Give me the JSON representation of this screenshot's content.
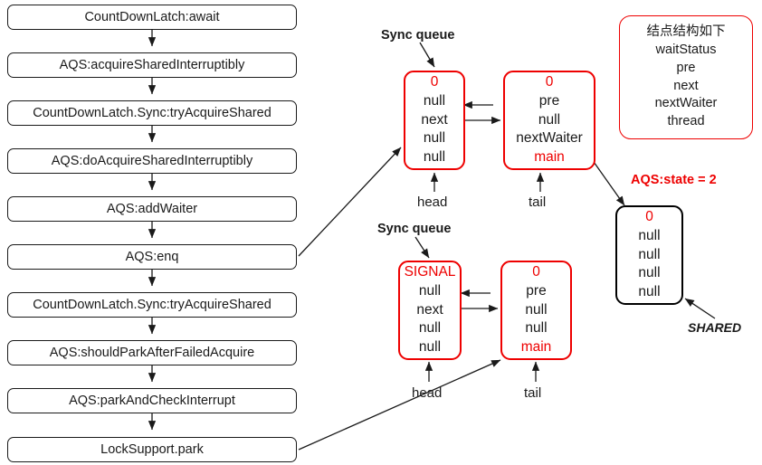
{
  "diagram": {
    "title": "CountDownLatch await AQS sync queue diagram",
    "colors": {
      "accent_red": "#ee0000",
      "stroke_black": "#1a1a1a",
      "background": "#ffffff"
    }
  },
  "flow": {
    "steps": [
      {
        "label": "CountDownLatch:await"
      },
      {
        "label": "AQS:acquireSharedInterruptibly"
      },
      {
        "label": "CountDownLatch.Sync:tryAcquireShared"
      },
      {
        "label": "AQS:doAcquireSharedInterruptibly"
      },
      {
        "label": "AQS:addWaiter"
      },
      {
        "label": "AQS:enq"
      },
      {
        "label": "CountDownLatch.Sync:tryAcquireShared"
      },
      {
        "label": "AQS:shouldParkAfterFailedAcquire"
      },
      {
        "label": "AQS:parkAndCheckInterrupt"
      },
      {
        "label": "LockSupport.park"
      }
    ]
  },
  "queues": [
    {
      "title": "Sync queue",
      "head_label": "head",
      "tail_label": "tail",
      "head_node": {
        "waitStatus": "0",
        "pre": "null",
        "next": "next",
        "nextWaiter": "null",
        "thread": "null"
      },
      "tail_node": {
        "waitStatus": "0",
        "pre": "pre",
        "next": "null",
        "nextWaiter": "nextWaiter",
        "thread": "main"
      }
    },
    {
      "title": "Sync queue",
      "head_label": "head",
      "tail_label": "tail",
      "head_node": {
        "waitStatus": "SIGNAL",
        "pre": "null",
        "next": "next",
        "nextWaiter": "null",
        "thread": "null"
      },
      "tail_node": {
        "waitStatus": "0",
        "pre": "pre",
        "next": "null",
        "nextWaiter": "null",
        "thread": "main"
      }
    }
  ],
  "legend": {
    "title": "结点结构如下",
    "fields": [
      "waitStatus",
      "pre",
      "next",
      "nextWaiter",
      "thread"
    ]
  },
  "shared": {
    "state_label": "AQS:state = 2",
    "caption": "SHARED",
    "node": {
      "waitStatus": "0",
      "pre": "null",
      "next": "null",
      "nextWaiter": "null",
      "thread": "null"
    }
  }
}
